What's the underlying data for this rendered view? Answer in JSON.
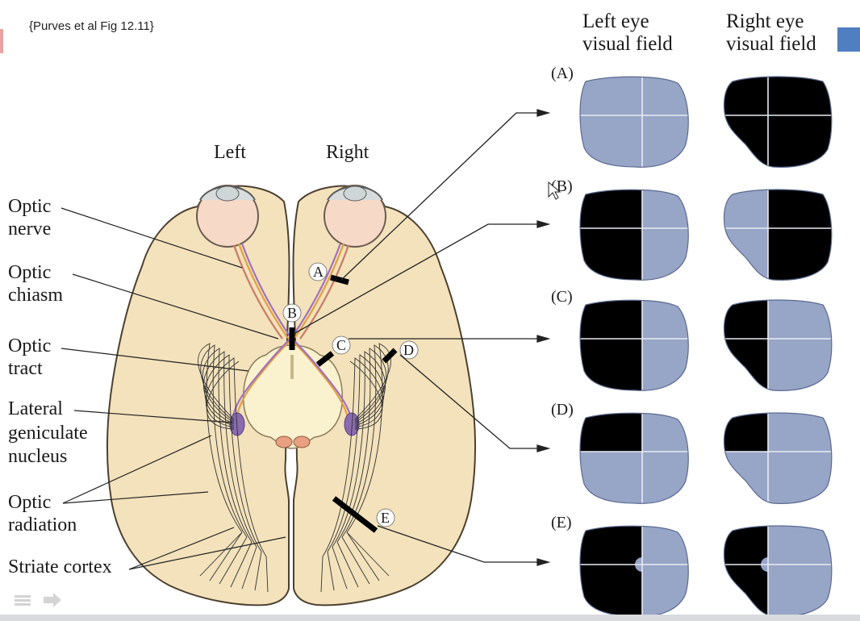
{
  "citation": "{Purves et al Fig 12.11}",
  "headers": {
    "left_eye": [
      "Left eye",
      "visual field"
    ],
    "right_eye": [
      "Right eye",
      "visual field"
    ]
  },
  "brain_labels": {
    "left": "Left",
    "right": "Right"
  },
  "structures": [
    {
      "lines": [
        "Optic",
        "nerve"
      ]
    },
    {
      "lines": [
        "Optic",
        "chiasm"
      ]
    },
    {
      "lines": [
        "Optic",
        "tract"
      ]
    },
    {
      "lines": [
        "Lateral",
        "geniculate",
        "nucleus"
      ]
    },
    {
      "lines": [
        "Optic",
        "radiation"
      ]
    },
    {
      "lines": [
        "Striate cortex"
      ]
    }
  ],
  "lesion_labels": [
    "A",
    "B",
    "C",
    "D",
    "E"
  ],
  "field_rows": [
    {
      "label": "(A)",
      "left_eye": "normal",
      "right_eye": "full loss"
    },
    {
      "label": "(B)",
      "left_eye": "temporal half loss",
      "right_eye": "temporal half loss"
    },
    {
      "label": "(C)",
      "left_eye": "left half loss",
      "right_eye": "left half loss"
    },
    {
      "label": "(D)",
      "left_eye": "upper-left quadrant loss",
      "right_eye": "upper-left quadrant loss"
    },
    {
      "label": "(E)",
      "left_eye": "left half loss, macula spared",
      "right_eye": "left half loss, macula spared"
    }
  ],
  "colors": {
    "field_seen": "#97a5c6",
    "field_lost": "#000000",
    "brain": "#f3e2bb",
    "brain_outline": "#4d4030",
    "midbrain": "#faf2cf",
    "lgn": "#8a6bb0",
    "eye": "#f6d9c6",
    "legend_square": "#4f7fc0"
  },
  "icons": [
    "notes-icon",
    "forward-arrow-icon"
  ]
}
